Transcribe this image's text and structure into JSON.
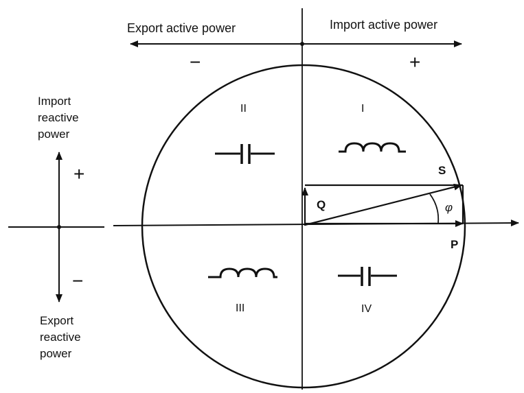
{
  "top_axis": {
    "left_label": "Export active power",
    "right_label": "Import active power",
    "minus_sign": "−",
    "plus_sign": "+"
  },
  "left_axis": {
    "top_label_lines": [
      "Import",
      "reactive",
      "power"
    ],
    "bottom_label_lines": [
      "Export",
      "reactive",
      "power"
    ],
    "plus_sign": "+",
    "minus_sign": "−"
  },
  "quadrants": {
    "q1": "I",
    "q2": "II",
    "q3": "III",
    "q4": "IV"
  },
  "quadrant_elements": {
    "q1": "inductor-icon",
    "q2": "capacitor-icon",
    "q3": "inductor-icon",
    "q4": "capacitor-icon"
  },
  "vectors": {
    "apparent": "S",
    "reactive": "Q",
    "active": "P",
    "angle": "φ"
  }
}
